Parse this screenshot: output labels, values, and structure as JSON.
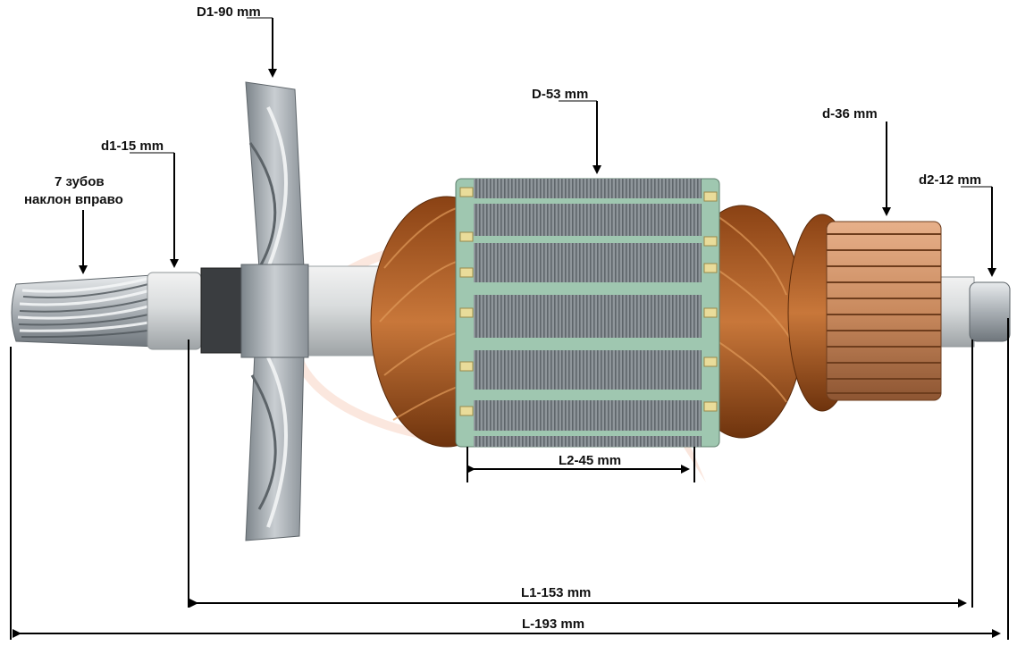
{
  "labels": {
    "fan_diameter": "D1-90 mm",
    "core_diameter": "D-53 mm",
    "commutator_diameter": "d-36 mm",
    "shaft_diameter_left": "d1-15 mm",
    "shaft_diameter_right": "d2-12 mm",
    "teeth_line1": "7 зубов",
    "teeth_line2": "наклон вправо",
    "core_length": "L2-45 mm",
    "shaft_length": "L1-153 mm",
    "total_length": "L-193 mm"
  },
  "colors": {
    "copper": "#b5652a",
    "copper_dark": "#7a3a12",
    "steel": "#9aa0a6",
    "steel_light": "#d6dadd",
    "insulation": "#9fc7b0",
    "commutator": "#c98a5e",
    "dimension_line": "#000000",
    "watermark": "#f3b9a0"
  }
}
